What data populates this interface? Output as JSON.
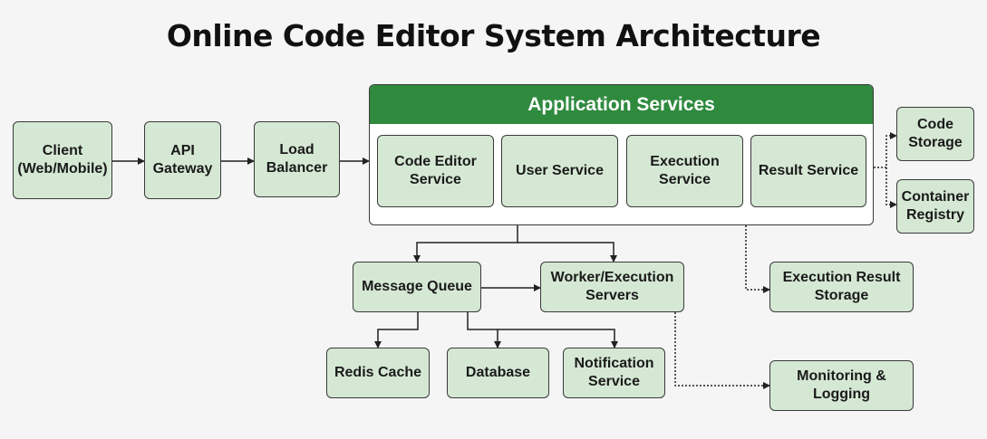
{
  "title": "Online Code Editor System Architecture",
  "application_services": {
    "header": "Application Services",
    "services": {
      "code_editor": [
        "Code Editor",
        "Service"
      ],
      "user": [
        "User Service"
      ],
      "execution": [
        "Execution",
        "Service"
      ],
      "result": [
        "Result Service"
      ]
    }
  },
  "nodes": {
    "client": [
      "Client",
      "(Web/Mobile)"
    ],
    "api_gateway": [
      "API",
      "Gateway"
    ],
    "load_balancer": [
      "Load",
      "Balancer"
    ],
    "code_storage": [
      "Code",
      "Storage"
    ],
    "container_registry": [
      "Container",
      "Registry"
    ],
    "message_queue": [
      "Message Queue"
    ],
    "worker_servers": [
      "Worker/Execution",
      "Servers"
    ],
    "execution_result_storage": [
      "Execution Result",
      "Storage"
    ],
    "redis_cache": [
      "Redis Cache"
    ],
    "database": [
      "Database"
    ],
    "notification_service": [
      "Notification",
      "Service"
    ],
    "monitoring_logging": [
      "Monitoring &",
      "Logging"
    ]
  },
  "colors": {
    "node_fill": "#d5e8d4",
    "header_fill": "#2f8a3e",
    "line": "#222222",
    "background": "#f5f5f5"
  }
}
